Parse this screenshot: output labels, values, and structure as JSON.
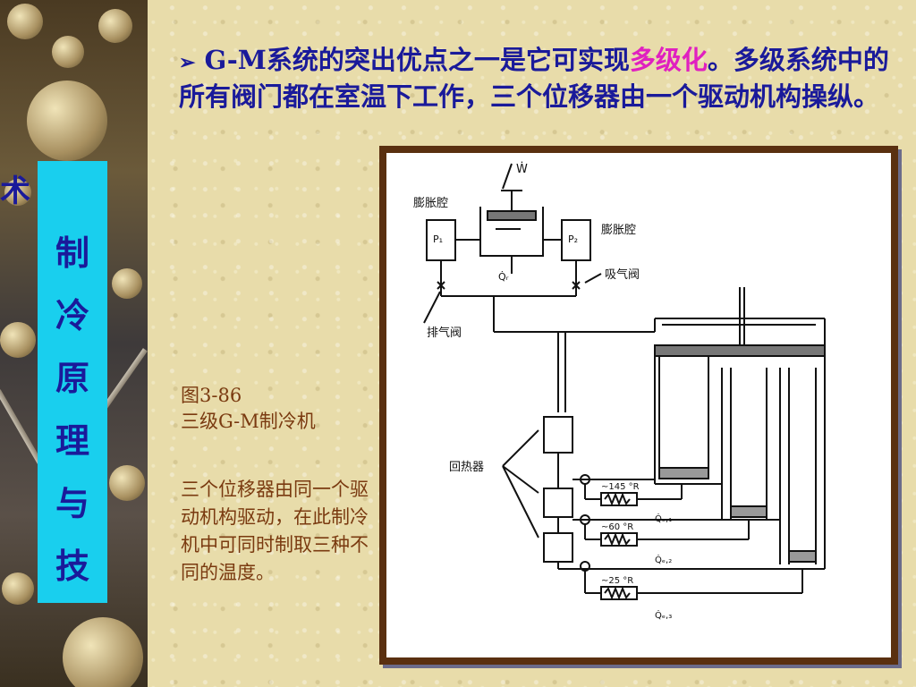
{
  "side_title": {
    "overflow_char": "术",
    "chars": [
      "制",
      "冷",
      "原",
      "理",
      "与",
      "技"
    ]
  },
  "heading": {
    "bullet": "➢",
    "text_before": "G-M系统的突出优点之一是它可实现",
    "highlight": "多级化",
    "text_after": "。多级系统中的所有阀门都在室温下工作，三个位移器由一个驱动机构操纵。"
  },
  "figure": {
    "number": "图3-86",
    "title": "三级G-M制冷机",
    "note": "三个位移器由同一个驱动机构驱动，在此制冷机中可同时制取三种不同的温度。"
  },
  "diagram_labels": {
    "work_in": "Ẇ",
    "expansion_left": "膨胀腔",
    "expansion_right": "膨胀腔",
    "p1": "P₁",
    "p2": "P₂",
    "qr": "Q̇ᵣ",
    "intake_valve": "吸气阀",
    "exhaust_valve": "排气阀",
    "regenerator": "回热器",
    "temp1": "~145 °R",
    "temp2": "~60 °R",
    "temp3": "~25 °R",
    "q1": "Q̇ₑ,₁",
    "q2": "Q̇ₑ,₂",
    "q3": "Q̇ₑ,₃"
  },
  "colors": {
    "side_bar": "#19cfee",
    "heading_text": "#1a1a9a",
    "highlight": "#e020c0",
    "caption_text": "#7a3a10"
  }
}
